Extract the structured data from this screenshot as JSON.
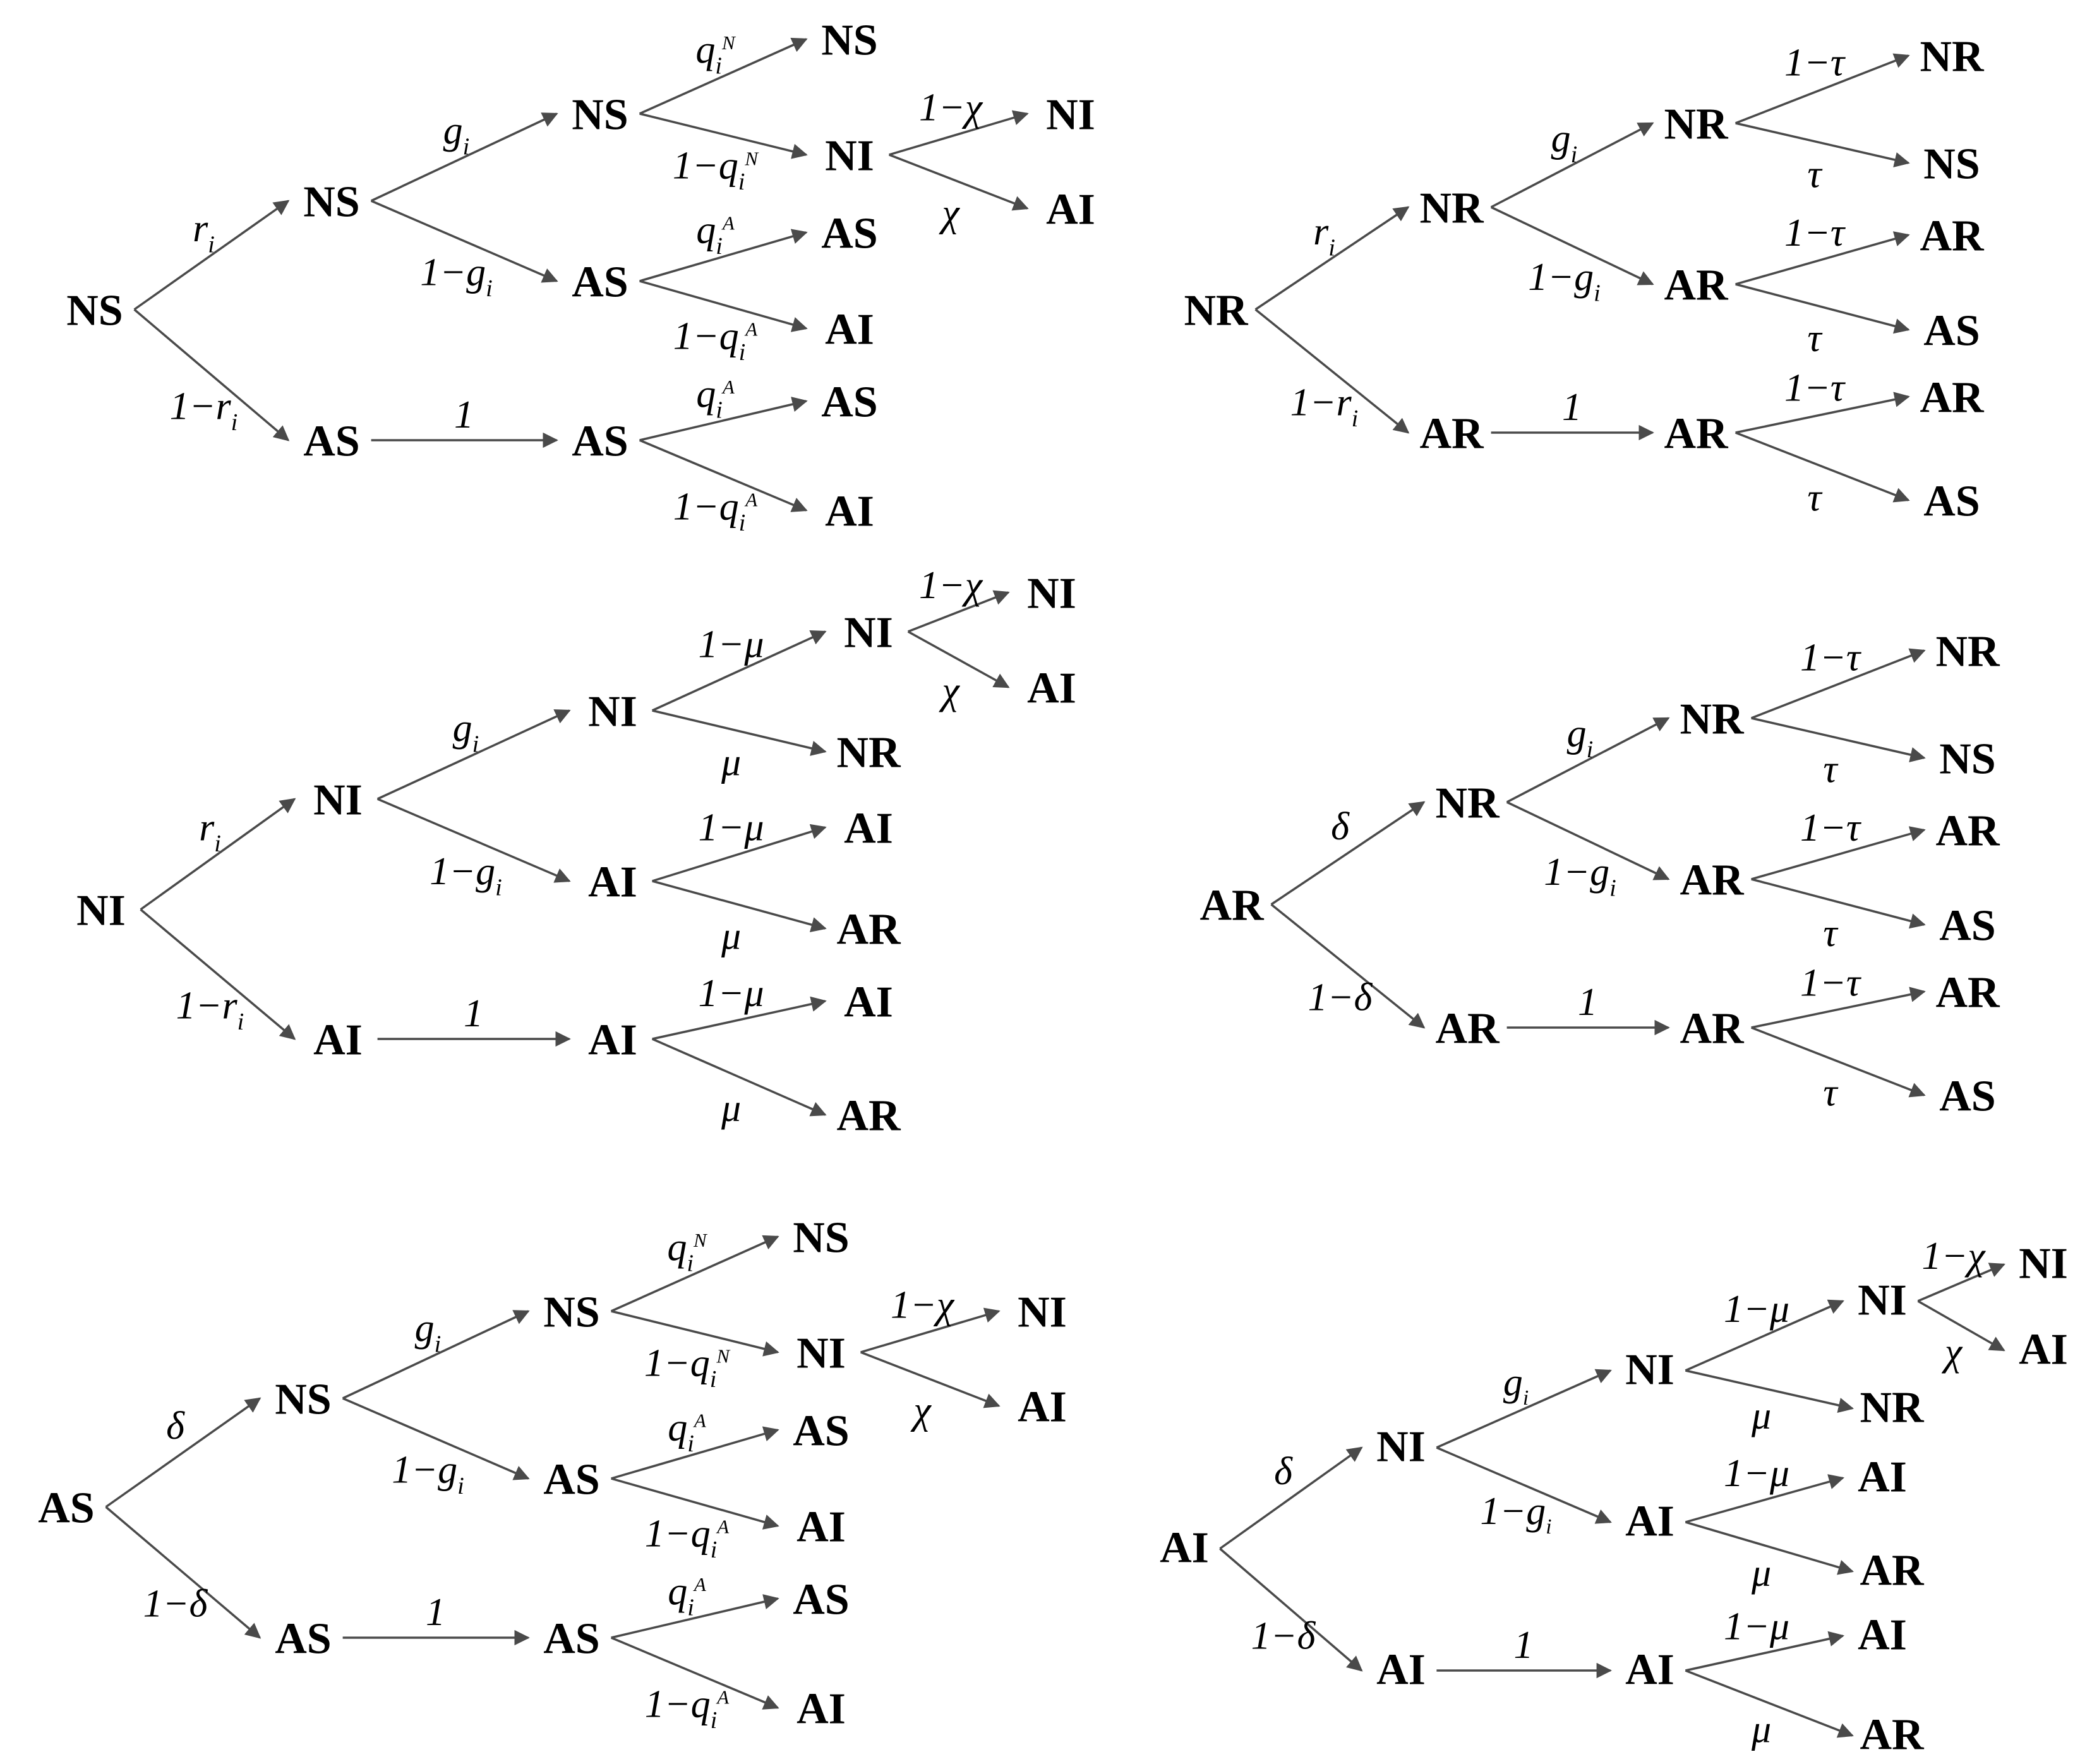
{
  "colors": {
    "edge": "#4a4a4a",
    "text": "#000000",
    "background": "#ffffff"
  },
  "trees": [
    {
      "nodes": [
        "NS",
        "NS",
        "AS",
        "NS",
        "AS",
        "AS",
        "NS",
        "NI",
        "AS",
        "AI",
        "AS",
        "AI",
        "NI",
        "AI"
      ],
      "edges": [
        {
          "from": 0,
          "to": 1,
          "label": "r_i"
        },
        {
          "from": 0,
          "to": 2,
          "label": "1−r_i"
        },
        {
          "from": 1,
          "to": 3,
          "label": "g_i"
        },
        {
          "from": 1,
          "to": 4,
          "label": "1−g_i"
        },
        {
          "from": 2,
          "to": 5,
          "label": "1"
        },
        {
          "from": 3,
          "to": 6,
          "label": "q_i^N"
        },
        {
          "from": 3,
          "to": 7,
          "label": "1−q_i^N"
        },
        {
          "from": 4,
          "to": 8,
          "label": "q_i^A"
        },
        {
          "from": 4,
          "to": 9,
          "label": "1−q_i^A"
        },
        {
          "from": 5,
          "to": 10,
          "label": "q_i^A"
        },
        {
          "from": 5,
          "to": 11,
          "label": "1−q_i^A"
        },
        {
          "from": 7,
          "to": 12,
          "label": "1−χ"
        },
        {
          "from": 7,
          "to": 13,
          "label": "χ"
        }
      ]
    },
    {
      "nodes": [
        "NR",
        "NR",
        "AR",
        "NR",
        "AR",
        "AR",
        "NR",
        "NS",
        "AR",
        "AS",
        "AR",
        "AS"
      ],
      "edges": [
        {
          "from": 0,
          "to": 1,
          "label": "r_i"
        },
        {
          "from": 0,
          "to": 2,
          "label": "1−r_i"
        },
        {
          "from": 1,
          "to": 3,
          "label": "g_i"
        },
        {
          "from": 1,
          "to": 4,
          "label": "1−g_i"
        },
        {
          "from": 2,
          "to": 5,
          "label": "1"
        },
        {
          "from": 3,
          "to": 6,
          "label": "1−τ"
        },
        {
          "from": 3,
          "to": 7,
          "label": "τ"
        },
        {
          "from": 4,
          "to": 8,
          "label": "1−τ"
        },
        {
          "from": 4,
          "to": 9,
          "label": "τ"
        },
        {
          "from": 5,
          "to": 10,
          "label": "1−τ"
        },
        {
          "from": 5,
          "to": 11,
          "label": "τ"
        }
      ]
    },
    {
      "nodes": [
        "NI",
        "NI",
        "AI",
        "NI",
        "AI",
        "AI",
        "NI",
        "NR",
        "AI",
        "AR",
        "AI",
        "AR",
        "NI",
        "AI"
      ],
      "edges": [
        {
          "from": 0,
          "to": 1,
          "label": "r_i"
        },
        {
          "from": 0,
          "to": 2,
          "label": "1−r_i"
        },
        {
          "from": 1,
          "to": 3,
          "label": "g_i"
        },
        {
          "from": 1,
          "to": 4,
          "label": "1−g_i"
        },
        {
          "from": 2,
          "to": 5,
          "label": "1"
        },
        {
          "from": 3,
          "to": 6,
          "label": "1−μ"
        },
        {
          "from": 3,
          "to": 7,
          "label": "μ"
        },
        {
          "from": 4,
          "to": 8,
          "label": "1−μ"
        },
        {
          "from": 4,
          "to": 9,
          "label": "μ"
        },
        {
          "from": 5,
          "to": 10,
          "label": "1−μ"
        },
        {
          "from": 5,
          "to": 11,
          "label": "μ"
        },
        {
          "from": 6,
          "to": 12,
          "label": "1−χ"
        },
        {
          "from": 6,
          "to": 13,
          "label": "χ"
        }
      ]
    },
    {
      "nodes": [
        "AR",
        "NR",
        "AR",
        "NR",
        "AR",
        "AR",
        "NR",
        "NS",
        "AR",
        "AS",
        "AR",
        "AS"
      ],
      "edges": [
        {
          "from": 0,
          "to": 1,
          "label": "δ"
        },
        {
          "from": 0,
          "to": 2,
          "label": "1−δ"
        },
        {
          "from": 1,
          "to": 3,
          "label": "g_i"
        },
        {
          "from": 1,
          "to": 4,
          "label": "1−g_i"
        },
        {
          "from": 2,
          "to": 5,
          "label": "1"
        },
        {
          "from": 3,
          "to": 6,
          "label": "1−τ"
        },
        {
          "from": 3,
          "to": 7,
          "label": "τ"
        },
        {
          "from": 4,
          "to": 8,
          "label": "1−τ"
        },
        {
          "from": 4,
          "to": 9,
          "label": "τ"
        },
        {
          "from": 5,
          "to": 10,
          "label": "1−τ"
        },
        {
          "from": 5,
          "to": 11,
          "label": "τ"
        }
      ]
    },
    {
      "nodes": [
        "AS",
        "NS",
        "AS",
        "NS",
        "AS",
        "AS",
        "NS",
        "NI",
        "AS",
        "AI",
        "AS",
        "AI",
        "NI",
        "AI"
      ],
      "edges": [
        {
          "from": 0,
          "to": 1,
          "label": "δ"
        },
        {
          "from": 0,
          "to": 2,
          "label": "1−δ"
        },
        {
          "from": 1,
          "to": 3,
          "label": "g_i"
        },
        {
          "from": 1,
          "to": 4,
          "label": "1−g_i"
        },
        {
          "from": 2,
          "to": 5,
          "label": "1"
        },
        {
          "from": 3,
          "to": 6,
          "label": "q_i^N"
        },
        {
          "from": 3,
          "to": 7,
          "label": "1−q_i^N"
        },
        {
          "from": 4,
          "to": 8,
          "label": "q_i^A"
        },
        {
          "from": 4,
          "to": 9,
          "label": "1−q_i^A"
        },
        {
          "from": 5,
          "to": 10,
          "label": "q_i^A"
        },
        {
          "from": 5,
          "to": 11,
          "label": "1−q_i^A"
        },
        {
          "from": 7,
          "to": 12,
          "label": "1−χ"
        },
        {
          "from": 7,
          "to": 13,
          "label": "χ"
        }
      ]
    },
    {
      "nodes": [
        "AI",
        "NI",
        "AI",
        "NI",
        "AI",
        "AI",
        "NI",
        "NR",
        "AI",
        "AR",
        "AI",
        "AR",
        "NI",
        "AI"
      ],
      "edges": [
        {
          "from": 0,
          "to": 1,
          "label": "δ"
        },
        {
          "from": 0,
          "to": 2,
          "label": "1−δ"
        },
        {
          "from": 1,
          "to": 3,
          "label": "g_i"
        },
        {
          "from": 1,
          "to": 4,
          "label": "1−g_i"
        },
        {
          "from": 2,
          "to": 5,
          "label": "1"
        },
        {
          "from": 3,
          "to": 6,
          "label": "1−μ"
        },
        {
          "from": 3,
          "to": 7,
          "label": "μ"
        },
        {
          "from": 4,
          "to": 8,
          "label": "1−μ"
        },
        {
          "from": 4,
          "to": 9,
          "label": "μ"
        },
        {
          "from": 5,
          "to": 10,
          "label": "1−μ"
        },
        {
          "from": 5,
          "to": 11,
          "label": "μ"
        },
        {
          "from": 6,
          "to": 12,
          "label": "1−χ"
        },
        {
          "from": 6,
          "to": 13,
          "label": "χ"
        }
      ]
    }
  ]
}
